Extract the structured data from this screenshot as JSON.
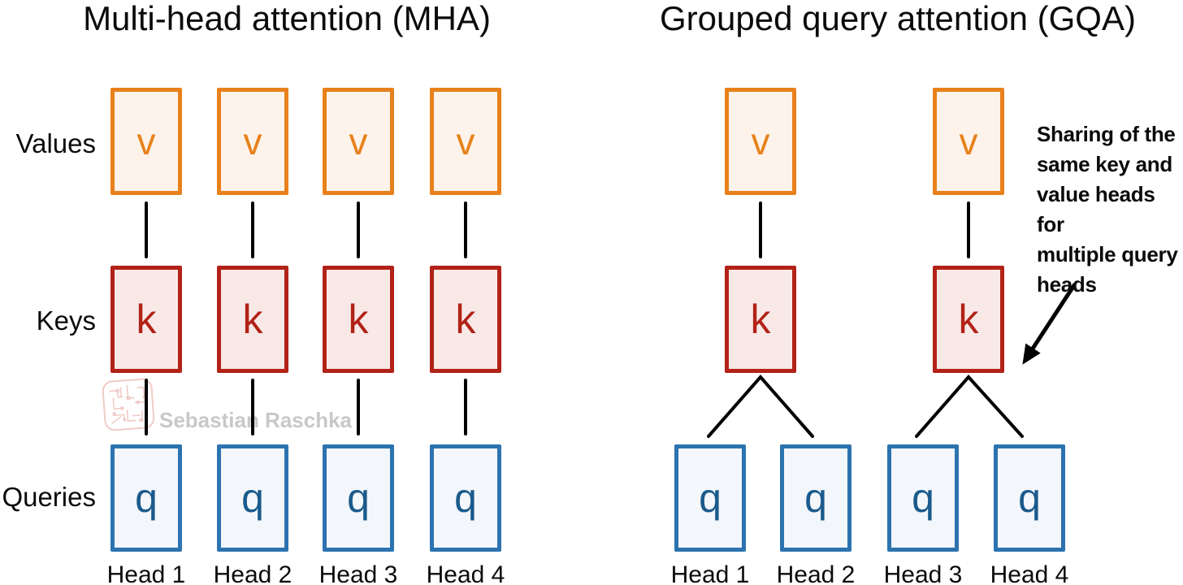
{
  "mha": {
    "title": "Multi-head attention (MHA)",
    "row_labels": {
      "values": "Values",
      "keys": "Keys",
      "queries": "Queries"
    },
    "value_letters": [
      "v",
      "v",
      "v",
      "v"
    ],
    "key_letters": [
      "k",
      "k",
      "k",
      "k"
    ],
    "query_letters": [
      "q",
      "q",
      "q",
      "q"
    ],
    "head_labels": [
      "Head 1",
      "Head 2",
      "Head 3",
      "Head 4"
    ]
  },
  "gqa": {
    "title": "Grouped query attention (GQA)",
    "value_letters": [
      "v",
      "v"
    ],
    "key_letters": [
      "k",
      "k"
    ],
    "query_letters": [
      "q",
      "q",
      "q",
      "q"
    ],
    "head_labels": [
      "Head 1",
      "Head 2",
      "Head 3",
      "Head 4"
    ],
    "annotation_lines": [
      "Sharing of the",
      "same key and",
      "value heads for",
      "multiple query",
      "heads"
    ]
  },
  "watermark": {
    "text": "Sebastian Raschka",
    "logo": "circuit-stamp"
  },
  "colors": {
    "value_border": "#E8811B",
    "value_fill": "#FDF3EA",
    "key_border": "#B22217",
    "key_fill": "#F8E9E7",
    "query_border": "#2C73B0",
    "query_letter": "#1A5A8C",
    "query_fill": "#F3F6FA",
    "text": "#0B0B0B",
    "watermark_text": "#C8C8C8",
    "watermark_logo": "#F0C9C4",
    "connector": "#000000"
  }
}
